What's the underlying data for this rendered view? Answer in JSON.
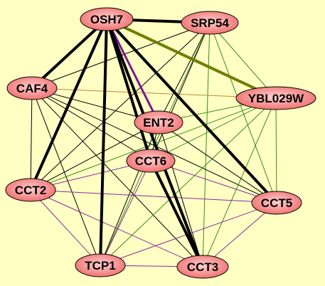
{
  "background_color": "#ffffc4",
  "node_fill_center": "#ffd0d0",
  "node_fill_edge": "#f06a6a",
  "node_stroke": "#000000",
  "nodes": [
    {
      "id": "OSH7",
      "label": "OSH7"
    },
    {
      "id": "SRP54",
      "label": "SRP54"
    },
    {
      "id": "CAF4",
      "label": "CAF4"
    },
    {
      "id": "YBL029W",
      "label": "YBL029W"
    },
    {
      "id": "ENT2",
      "label": "ENT2"
    },
    {
      "id": "CCT6",
      "label": "CCT6"
    },
    {
      "id": "CCT2",
      "label": "CCT2"
    },
    {
      "id": "CCT5",
      "label": "CCT5"
    },
    {
      "id": "TCP1",
      "label": "TCP1"
    },
    {
      "id": "CCT3",
      "label": "CCT3"
    }
  ],
  "edge_styles": {
    "strong": {
      "color": "#000000",
      "weight": "heavy"
    },
    "black": {
      "color": "#000000",
      "weight": "thin"
    },
    "green": {
      "color": "#3a8a1a",
      "weight": "thin"
    },
    "purple": {
      "color": "#8a2a9a",
      "weight": "thin"
    },
    "olive": {
      "color": "#b98a3a",
      "weight": "thin"
    },
    "olive_heavy": {
      "color": "#6b7f00",
      "weight": "heavy"
    },
    "purple_heavy": {
      "color": "#7a1a8a",
      "weight": "medium"
    }
  },
  "edges": [
    {
      "source": "OSH7",
      "target": "SRP54",
      "style": "strong"
    },
    {
      "source": "OSH7",
      "target": "CAF4",
      "style": "strong"
    },
    {
      "source": "OSH7",
      "target": "CCT2",
      "style": "strong"
    },
    {
      "source": "OSH7",
      "target": "TCP1",
      "style": "strong"
    },
    {
      "source": "OSH7",
      "target": "CCT3",
      "style": "strong"
    },
    {
      "source": "OSH7",
      "target": "CCT5",
      "style": "strong"
    },
    {
      "source": "OSH7",
      "target": "CCT6",
      "style": "strong"
    },
    {
      "source": "OSH7",
      "target": "ENT2",
      "style": "purple_heavy"
    },
    {
      "source": "OSH7",
      "target": "YBL029W",
      "style": "olive_heavy"
    },
    {
      "source": "SRP54",
      "target": "CAF4",
      "style": "black"
    },
    {
      "source": "SRP54",
      "target": "CCT2",
      "style": "black"
    },
    {
      "source": "SRP54",
      "target": "ENT2",
      "style": "black"
    },
    {
      "source": "SRP54",
      "target": "CCT6",
      "style": "black"
    },
    {
      "source": "SRP54",
      "target": "CCT5",
      "style": "green"
    },
    {
      "source": "SRP54",
      "target": "CCT3",
      "style": "green"
    },
    {
      "source": "SRP54",
      "target": "TCP1",
      "style": "green"
    },
    {
      "source": "SRP54",
      "target": "YBL029W",
      "style": "green"
    },
    {
      "source": "CAF4",
      "target": "YBL029W",
      "style": "olive"
    },
    {
      "source": "CAF4",
      "target": "ENT2",
      "style": "black"
    },
    {
      "source": "CAF4",
      "target": "CCT6",
      "style": "black"
    },
    {
      "source": "CAF4",
      "target": "CCT2",
      "style": "black"
    },
    {
      "source": "CAF4",
      "target": "TCP1",
      "style": "black"
    },
    {
      "source": "CAF4",
      "target": "CCT3",
      "style": "black"
    },
    {
      "source": "CAF4",
      "target": "CCT5",
      "style": "black"
    },
    {
      "source": "YBL029W",
      "target": "ENT2",
      "style": "green"
    },
    {
      "source": "YBL029W",
      "target": "CCT6",
      "style": "green"
    },
    {
      "source": "YBL029W",
      "target": "CCT2",
      "style": "green"
    },
    {
      "source": "YBL029W",
      "target": "CCT5",
      "style": "green"
    },
    {
      "source": "YBL029W",
      "target": "TCP1",
      "style": "green"
    },
    {
      "source": "YBL029W",
      "target": "CCT3",
      "style": "green"
    },
    {
      "source": "ENT2",
      "target": "CCT6",
      "style": "black"
    },
    {
      "source": "ENT2",
      "target": "CCT2",
      "style": "black"
    },
    {
      "source": "ENT2",
      "target": "CCT5",
      "style": "black"
    },
    {
      "source": "ENT2",
      "target": "TCP1",
      "style": "black"
    },
    {
      "source": "ENT2",
      "target": "CCT3",
      "style": "black"
    },
    {
      "source": "CCT6",
      "target": "CCT3",
      "style": "strong"
    },
    {
      "source": "CCT6",
      "target": "CCT2",
      "style": "purple"
    },
    {
      "source": "CCT6",
      "target": "CCT5",
      "style": "purple"
    },
    {
      "source": "CCT6",
      "target": "TCP1",
      "style": "purple"
    },
    {
      "source": "CCT2",
      "target": "CCT5",
      "style": "purple"
    },
    {
      "source": "CCT2",
      "target": "TCP1",
      "style": "purple"
    },
    {
      "source": "CCT2",
      "target": "CCT3",
      "style": "purple"
    },
    {
      "source": "CCT5",
      "target": "TCP1",
      "style": "purple"
    },
    {
      "source": "CCT5",
      "target": "CCT3",
      "style": "purple"
    },
    {
      "source": "TCP1",
      "target": "CCT3",
      "style": "purple"
    }
  ]
}
